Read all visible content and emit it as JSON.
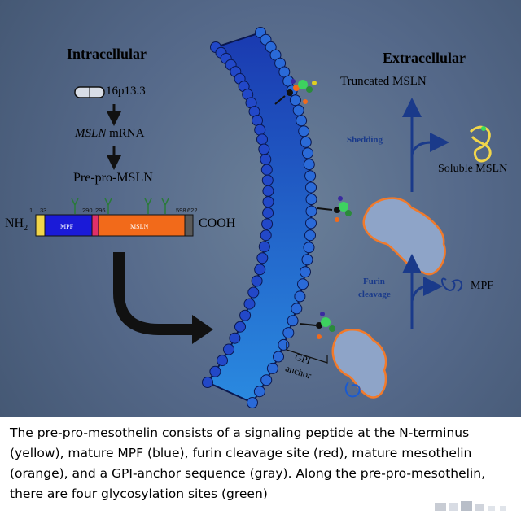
{
  "labels": {
    "intracellular": "Intracellular",
    "extracellular": "Extracellular",
    "chromosome": "16p13.3",
    "mrna_italic": "MSLN",
    "mrna_rest": " mRNA",
    "prepro": "Pre-pro-MSLN",
    "nh2": "NH",
    "nh2_sub": "2",
    "cooh": "COOH",
    "truncated": "Truncated MSLN",
    "shedding": "Shedding",
    "soluble": "Soluble MSLN",
    "furin_1": "Furin",
    "furin_2": "cleavage",
    "mpf": "MPF",
    "gpi_1": "GPI",
    "gpi_2": "anchor"
  },
  "protein_bar": {
    "domain_mpf": "MPF",
    "domain_msln": "MSLN",
    "positions": [
      "1",
      "33",
      "290",
      "296",
      "598",
      "622"
    ]
  },
  "colors": {
    "signal_peptide": "#f2d64a",
    "mpf": "#1a1ad8",
    "furin_site": "#e0306a",
    "msln": "#f26a1a",
    "gpi": "#5a5a5a",
    "glycosylation": "#2a7a3a",
    "arrow_blue": "#1a3a8a"
  },
  "caption": "The pre-pro-mesothelin consists of a signaling peptide at the N-terminus (yellow), mature MPF (blue), furin cleavage site (red), mature mesothelin (orange), and a GPI-anchor sequence (gray). Along the pre-pro-mesothelin, there are four glycosylation sites (green)"
}
